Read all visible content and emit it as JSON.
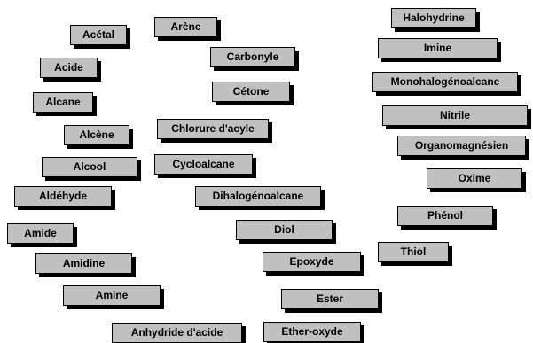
{
  "tags": [
    "Acétal",
    "Arène",
    "Acide",
    "Alcane",
    "Alcène",
    "Alcool",
    "Aldéhyde",
    "Amide",
    "Amidine",
    "Amine",
    "Anhydride d'acide",
    "Carbonyle",
    "Cétone",
    "Chlorure d'acyle",
    "Cycloalcane",
    "Dihalogénoalcane",
    "Diol",
    "Epoxyde",
    "Ester",
    "Ether-oxyde",
    "Halohydrine",
    "Imine",
    "Monohalogénoalcane",
    "Nitrile",
    "Organomagnésien",
    "Oxime",
    "Phénol",
    "Thiol"
  ]
}
